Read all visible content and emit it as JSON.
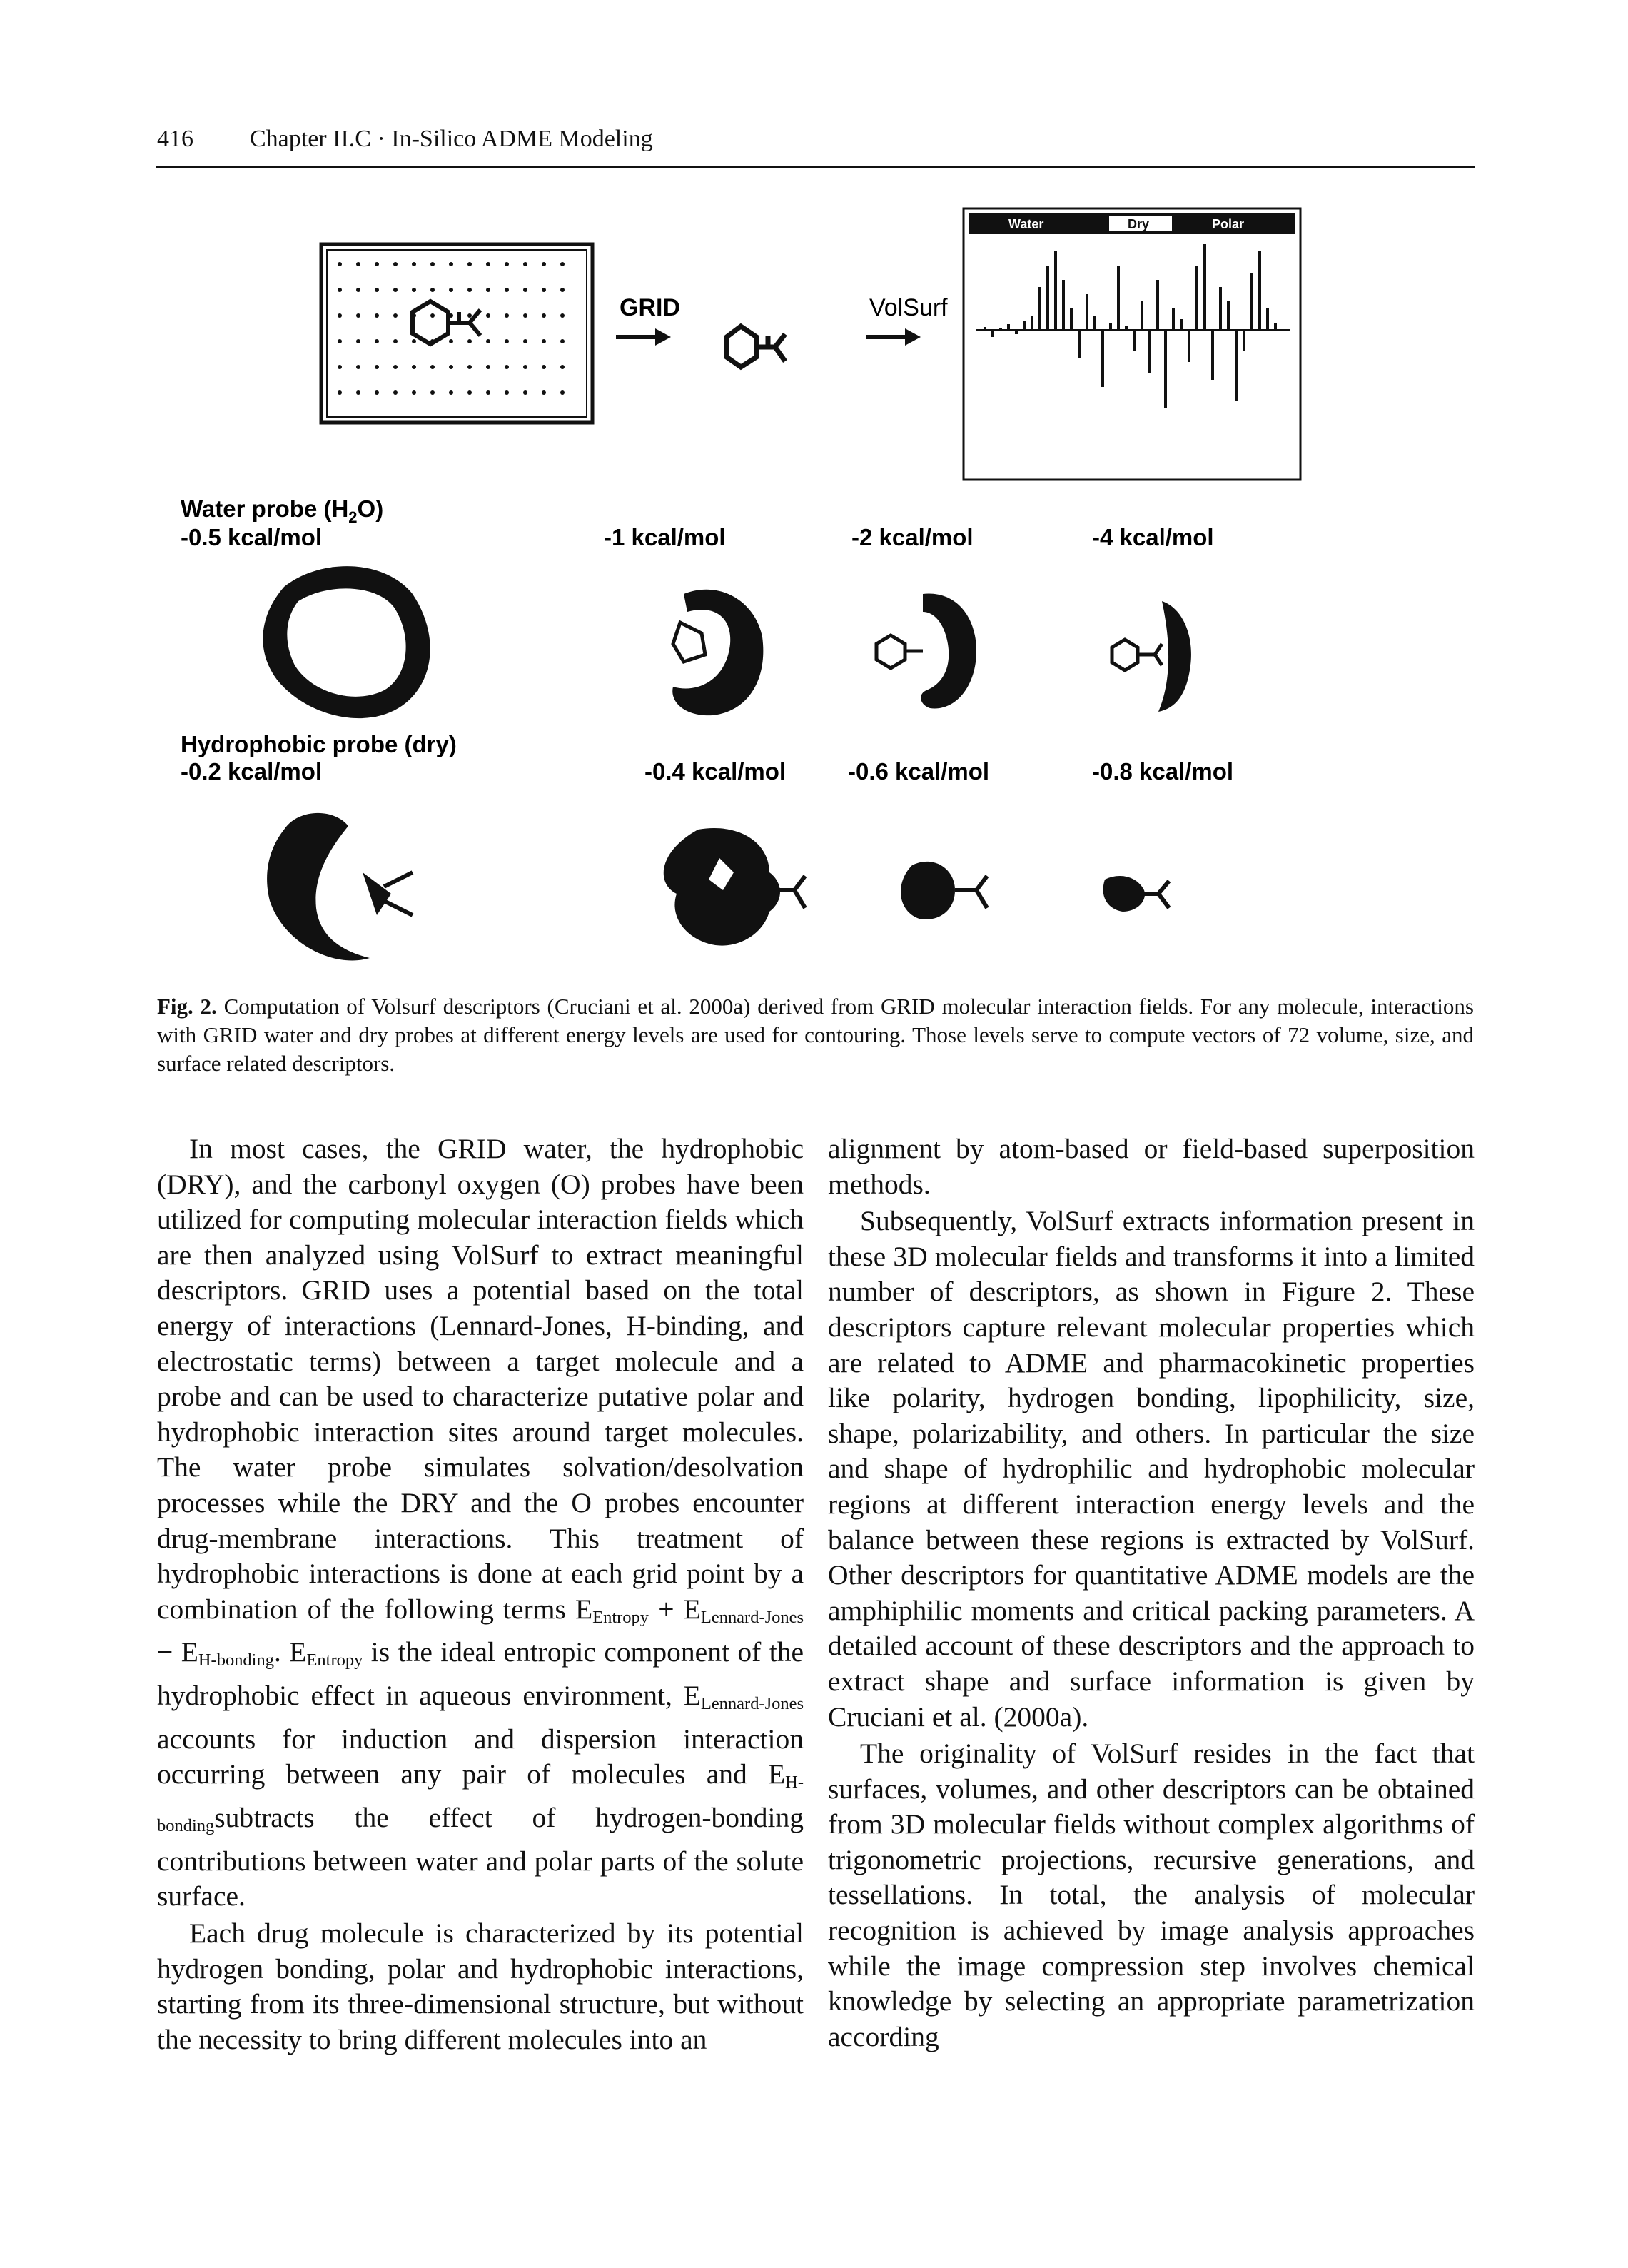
{
  "header": {
    "page_number": "416",
    "chapter": "Chapter II.C · In-Silico ADME Modeling"
  },
  "figure": {
    "grid_label": "GRID",
    "volsurf_label": "VolSurf",
    "plot_tabs": [
      "Water",
      "Dry",
      "Polar"
    ],
    "water_title": "Water probe (H",
    "water_title_sub": "2",
    "water_title_end": "O)",
    "water_levels": [
      "-0.5 kcal/mol",
      "-1 kcal/mol",
      "-2 kcal/mol",
      "-4 kcal/mol"
    ],
    "dry_title": "Hydrophobic probe (dry)",
    "dry_levels": [
      "-0.2 kcal/mol",
      "-0.4 kcal/mol",
      "-0.6 kcal/mol",
      "-0.8 kcal/mol"
    ]
  },
  "caption": {
    "label": "Fig. 2.",
    "text": "Computation of Volsurf descriptors (Cruciani et al. 2000a) derived from GRID molecular interaction fields. For any molecule, interactions with GRID water and dry probes at different energy levels are used for contouring. Those levels serve to compute vectors of 72 volume, size, and surface related descriptors."
  },
  "left_column": {
    "p1_a": "In most cases, the GRID water, the hydrophobic (DRY), and the carbonyl oxygen (O) probes have been utilized for computing molecular interaction fields which are then analyzed using VolSurf to extract meaningful descriptors. GRID uses a potential based on the total energy of interactions (Lennard-Jones, H-binding, and electrostatic terms) between a target molecule and a probe and can be used to characterize putative polar and hydrophobic interaction sites around target molecules. The water probe simulates solvation/desolvation processes while the DRY and the O probes encounter drug-membrane interactions. This treatment of hydrophobic interactions is done at each grid point by a combination of the following terms E",
    "sub_entropy": "Entropy",
    "plus": " + E",
    "sub_lj": "Lennard-Jones",
    "minus": " − E",
    "sub_hb": "H-bonding",
    "p1_b": ". E",
    "p1_c": " is the ideal entropic component of the hydrophobic effect in aqueous environment, E",
    "p1_d": " accounts for induction and dispersion interaction occurring between any pair of molecules and E",
    "sub_hb2": "H-bonding",
    "p1_e": "subtracts the effect of hydrogen-bonding contributions between water and polar parts of the solute surface.",
    "p2": "Each drug molecule is characterized by its potential hydrogen bonding, polar and hydrophobic interactions, starting from its three-dimensional structure, but without the necessity to bring different molecules into an"
  },
  "right_column": {
    "p1": "alignment by atom-based or field-based superposition methods.",
    "p2": "Subsequently, VolSurf extracts information present in these 3D molecular fields and transforms it into a limited number of descriptors, as shown in Figure 2. These descriptors capture relevant molecular properties which are related to ADME and pharmacokinetic properties like polarity, hydrogen bonding, lipophilicity, size, shape, polarizability, and others. In particular the size and shape of hydrophilic and hydrophobic molecular regions at different interaction energy levels and the balance between these regions is extracted by VolSurf. Other descriptors for quantitative ADME models are the amphiphilic moments and critical packing parameters. A detailed account of these descriptors and the approach to extract shape and surface information is given by Cruciani et al. (2000a).",
    "p3": "The originality of VolSurf resides in the fact that surfaces, volumes, and other descriptors can be obtained from 3D molecular fields without complex algorithms of trigonometric projections, recursive generations, and tessellations. In total, the analysis of molecular recognition is achieved by image analysis approaches while the image compression step involves chemical knowledge by selecting an appropriate parametrization according"
  }
}
